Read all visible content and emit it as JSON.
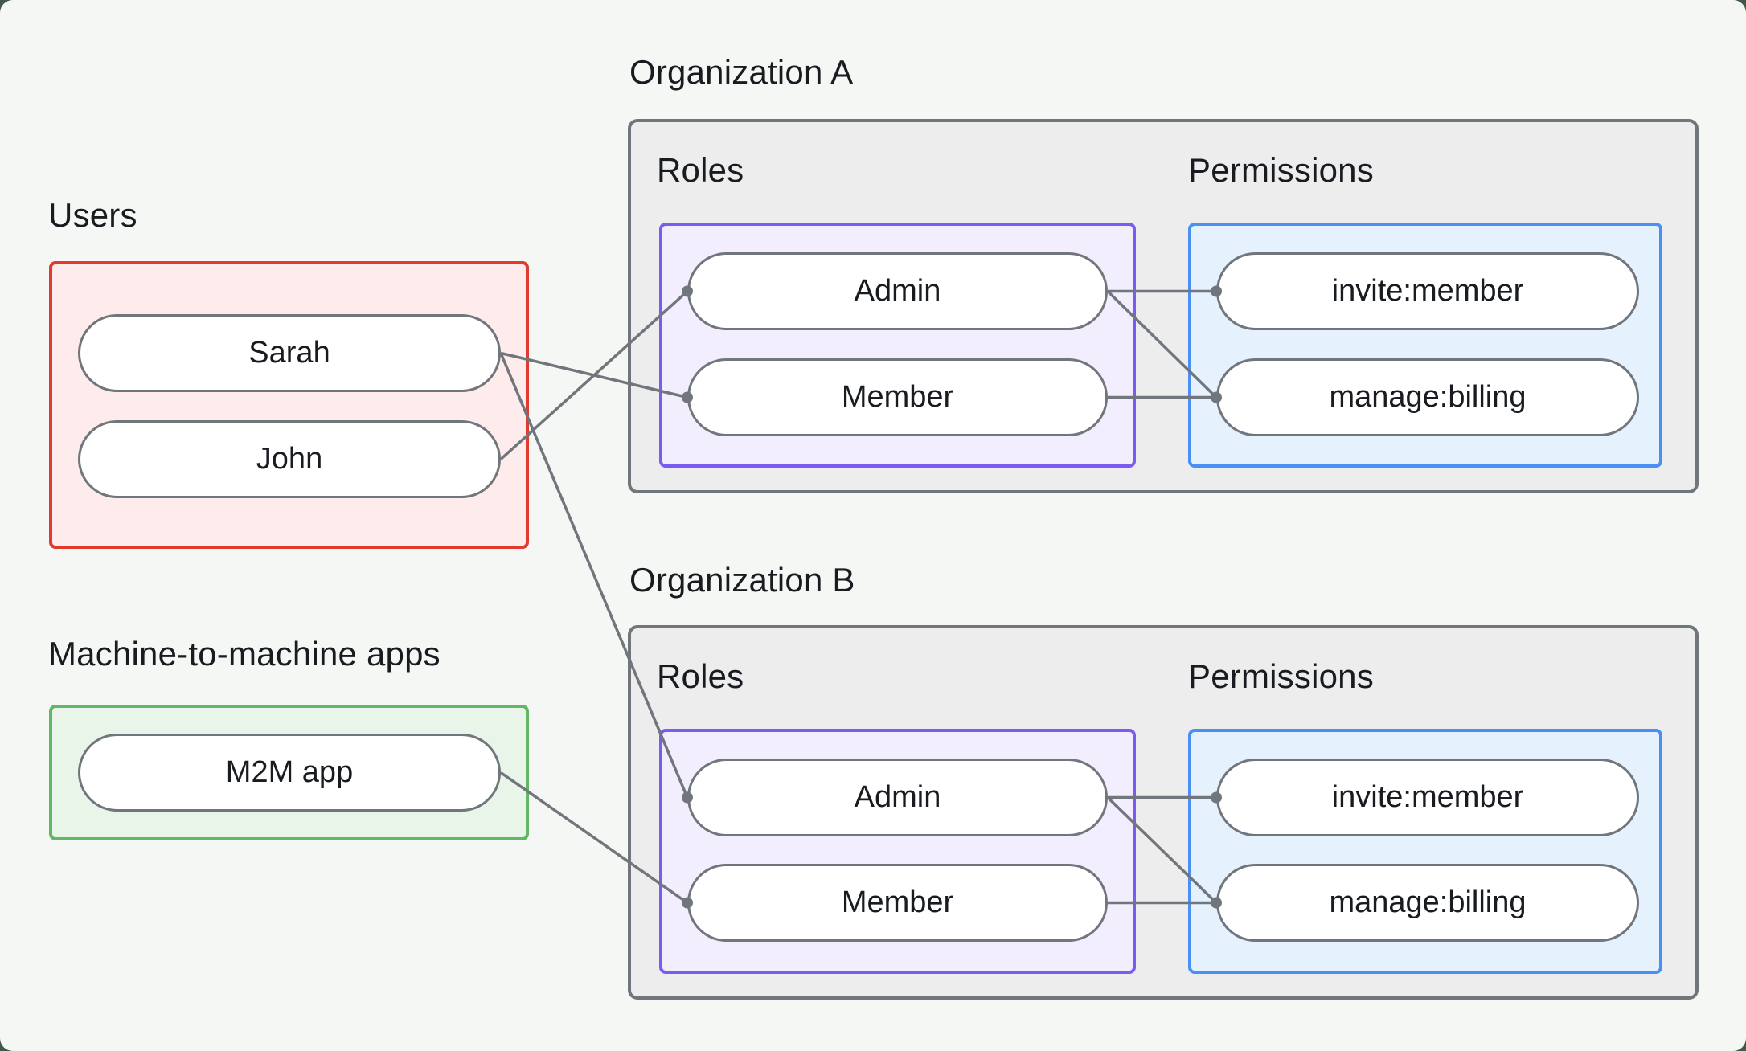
{
  "page": {
    "background": "#f5f7f4",
    "backdrop": "#3f5849"
  },
  "colors": {
    "text": "#181c21",
    "connector_gray": "#70767b",
    "org_box_fill": "#ededee",
    "org_box_border": "#70767b",
    "users_border": "#e03b2e",
    "users_fill": "#fdeceb",
    "m2m_border": "#62b765",
    "m2m_fill": "#e9f5e9",
    "roles_border": "#7b5cf1",
    "roles_fill": "#f3eefd",
    "permissions_border": "#4a90f4",
    "permissions_fill": "#e5f1fd"
  },
  "users_section": {
    "label": "Users",
    "items": [
      {
        "label": "Sarah"
      },
      {
        "label": "John"
      }
    ]
  },
  "m2m_section": {
    "label": "Machine-to-machine apps",
    "items": [
      {
        "label": "M2M app"
      }
    ]
  },
  "organizations": [
    {
      "title": "Organization A",
      "roles_label": "Roles",
      "permissions_label": "Permissions",
      "roles": [
        "Admin",
        "Member"
      ],
      "permissions": [
        "invite:member",
        "manage:billing"
      ]
    },
    {
      "title": "Organization B",
      "roles_label": "Roles",
      "permissions_label": "Permissions",
      "roles": [
        "Admin",
        "Member"
      ],
      "permissions": [
        "invite:member",
        "manage:billing"
      ]
    }
  ],
  "connections": [
    {
      "from": "John",
      "to": "Organization A / Admin"
    },
    {
      "from": "Sarah",
      "to": "Organization A / Member"
    },
    {
      "from": "Sarah",
      "to": "Organization B / Admin"
    },
    {
      "from": "M2M app",
      "to": "Organization B / Member"
    },
    {
      "from": "Organization A / Admin",
      "to": "Organization A / invite:member"
    },
    {
      "from": "Organization A / Admin",
      "to": "Organization A / manage:billing"
    },
    {
      "from": "Organization A / Member",
      "to": "Organization A / manage:billing"
    },
    {
      "from": "Organization B / Admin",
      "to": "Organization B / invite:member"
    },
    {
      "from": "Organization B / Admin",
      "to": "Organization B / manage:billing"
    },
    {
      "from": "Organization B / Member",
      "to": "Organization B / manage:billing"
    }
  ]
}
